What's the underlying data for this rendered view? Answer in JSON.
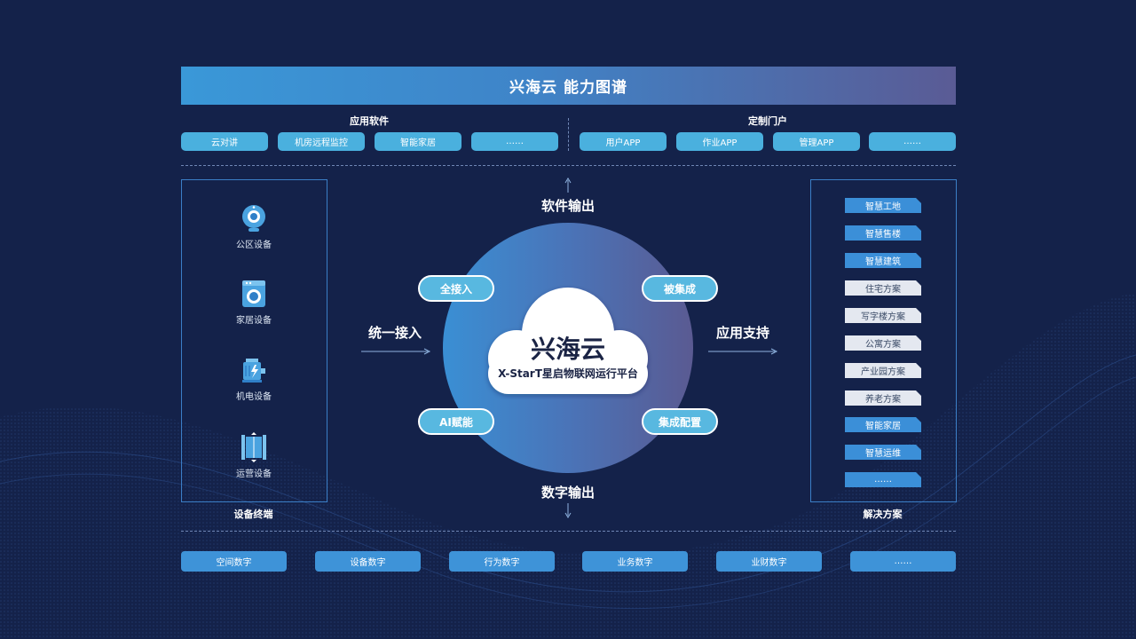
{
  "header": {
    "title": "兴海云 能力图谱"
  },
  "software": {
    "group_label": "应用软件",
    "items": [
      "云对讲",
      "机房远程监控",
      "智能家居",
      "……"
    ]
  },
  "portal": {
    "group_label": "定制门户",
    "items": [
      "用户APP",
      "作业APP",
      "管理APP",
      "……"
    ]
  },
  "devices": {
    "caption": "设备终端",
    "items": [
      {
        "label": "公区设备",
        "icon": "camera-icon"
      },
      {
        "label": "家居设备",
        "icon": "washing-machine-icon"
      },
      {
        "label": "机电设备",
        "icon": "motor-icon"
      },
      {
        "label": "运营设备",
        "icon": "elevator-icon"
      }
    ]
  },
  "center": {
    "cloud_title": "兴海云",
    "cloud_subtitle": "X-StarT星启物联网运行平台",
    "capabilities": [
      "全接入",
      "被集成",
      "AI赋能",
      "集成配置"
    ],
    "flows": {
      "top": "软件输出",
      "bottom": "数字输出",
      "left": "统一接入",
      "right": "应用支持"
    }
  },
  "solutions": {
    "caption": "解决方案",
    "items": [
      {
        "label": "智慧工地",
        "style": "blue"
      },
      {
        "label": "智慧售楼",
        "style": "blue"
      },
      {
        "label": "智慧建筑",
        "style": "blue"
      },
      {
        "label": "住宅方案",
        "style": "light"
      },
      {
        "label": "写字楼方案",
        "style": "light"
      },
      {
        "label": "公寓方案",
        "style": "light"
      },
      {
        "label": "产业园方案",
        "style": "light"
      },
      {
        "label": "养老方案",
        "style": "light"
      },
      {
        "label": "智能家居",
        "style": "blue"
      },
      {
        "label": "智慧运维",
        "style": "blue"
      },
      {
        "label": "……",
        "style": "blue"
      }
    ]
  },
  "digital": {
    "items": [
      "空间数字",
      "设备数字",
      "行为数字",
      "业务数字",
      "业财数字",
      "……"
    ]
  },
  "colors": {
    "background": "#14224a",
    "accent_blue": "#3e93d8",
    "pill_blue": "#4ab0de",
    "capability_fill": "#58b8e0"
  }
}
